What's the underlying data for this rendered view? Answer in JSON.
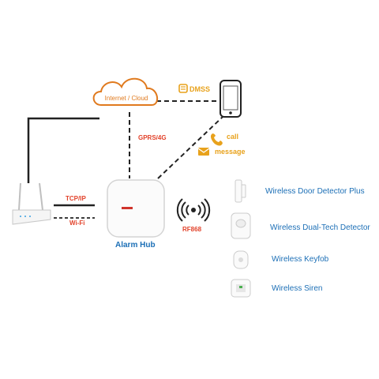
{
  "cloud": {
    "label": "Internet / Cloud"
  },
  "app": {
    "label": "DMSS"
  },
  "link_hub_cloud": {
    "label": "GPRS/4G"
  },
  "notifications": {
    "call": "call",
    "message": "message"
  },
  "link_router_hub": {
    "wired": "TCP/IP",
    "wireless": "Wi-Fi"
  },
  "radio": {
    "label": "RF868"
  },
  "hub": {
    "label": "Alarm Hub",
    "brand_color": "#d0342c"
  },
  "devices": [
    {
      "label": "Wireless Door Detector Plus",
      "icon": "door-detector-icon"
    },
    {
      "label": "Wireless Dual-Tech Detector",
      "icon": "motion-detector-icon"
    },
    {
      "label": "Wireless Keyfob",
      "icon": "keyfob-icon"
    },
    {
      "label": "Wireless Siren",
      "icon": "siren-icon"
    }
  ],
  "colors": {
    "label_blue": "#1c6fb6",
    "label_red": "#e2422a",
    "accent_orange": "#e8a21c",
    "line": "#222222"
  }
}
